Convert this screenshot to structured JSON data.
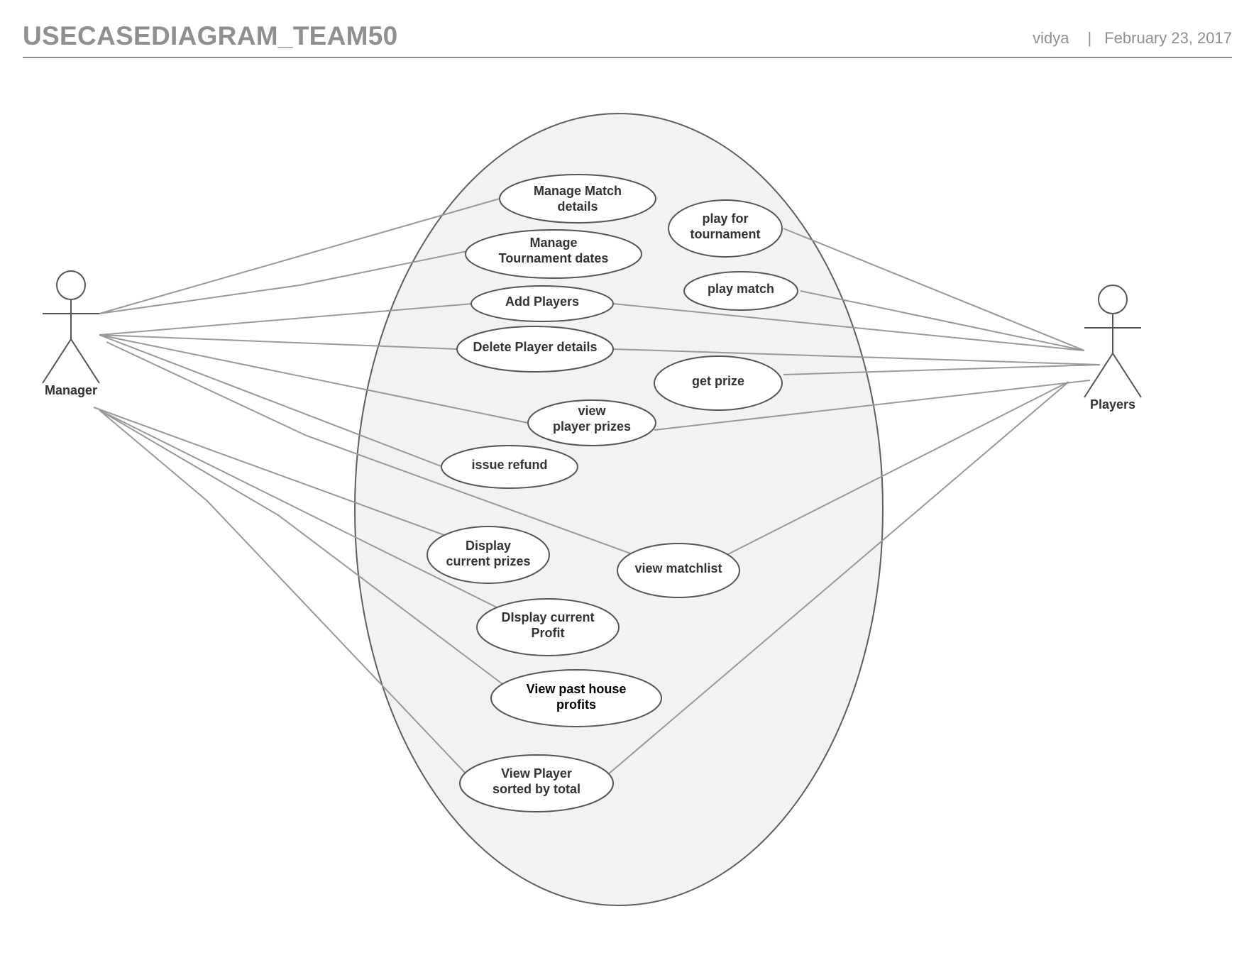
{
  "header": {
    "title": "USECASEDIAGRAM_TEAM50",
    "author": "vidya",
    "separator": "|",
    "date": "February 23, 2017"
  },
  "actors": {
    "manager": "Manager",
    "players": "Players"
  },
  "use_cases": {
    "manage_match": [
      "Manage Match",
      "details"
    ],
    "manage_tournament": [
      "Manage",
      "Tournament dates"
    ],
    "add_players": [
      "Add Players"
    ],
    "delete_player": [
      "Delete Player details"
    ],
    "view_player_prizes": [
      "view",
      "player prizes"
    ],
    "issue_refund": [
      "issue refund"
    ],
    "display_prizes": [
      "Display",
      "current prizes"
    ],
    "display_profit": [
      "DIsplay current",
      "Profit"
    ],
    "view_past_profits": [
      "View past house",
      "profits"
    ],
    "view_player_sorted": [
      "View Player",
      "sorted by total"
    ],
    "play_tournament": [
      "play for",
      "tournament"
    ],
    "play_match": [
      "play match"
    ],
    "get_prize": [
      "get prize"
    ],
    "view_matchlist": [
      "view matchlist"
    ]
  },
  "colors": {
    "system_fill": "#f2f2f2",
    "system_stroke": "#5e5e5e",
    "association_line": "#999999",
    "usecase_fill": "#ffffff",
    "usecase_stroke": "#555555",
    "header_text": "#8f8f8f"
  }
}
